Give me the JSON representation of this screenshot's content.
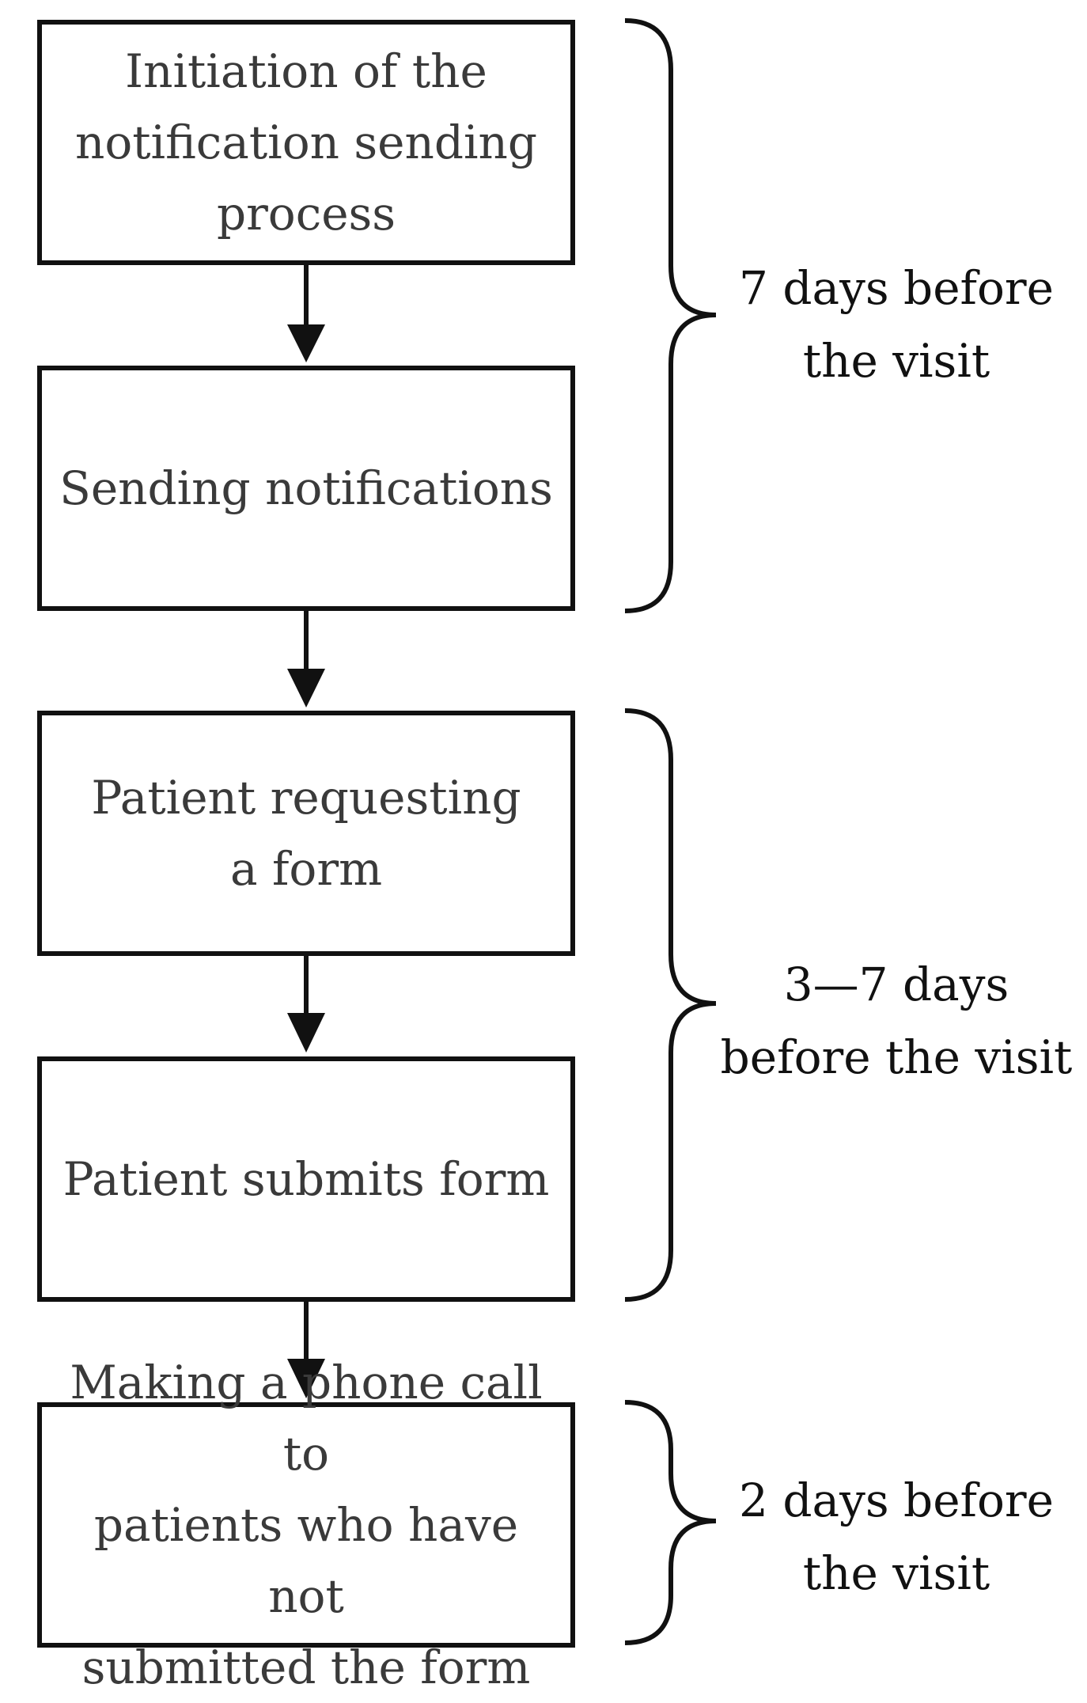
{
  "flowchart": {
    "steps": [
      {
        "id": "initiation",
        "label": "Initiation of the\nnotification sending\nprocess"
      },
      {
        "id": "sending",
        "label": "Sending notifications"
      },
      {
        "id": "requesting",
        "label": "Patient requesting\na form"
      },
      {
        "id": "submits",
        "label": "Patient submits form"
      },
      {
        "id": "phone-call",
        "label": "Making a phone call to\npatients who have not\nsubmitted the form"
      }
    ],
    "periods": [
      {
        "id": "seven-days",
        "label": "7 days before\nthe visit"
      },
      {
        "id": "three-seven-days",
        "label": "3—7 days\nbefore the visit"
      },
      {
        "id": "two-days",
        "label": "2 days before\nthe visit"
      }
    ]
  }
}
